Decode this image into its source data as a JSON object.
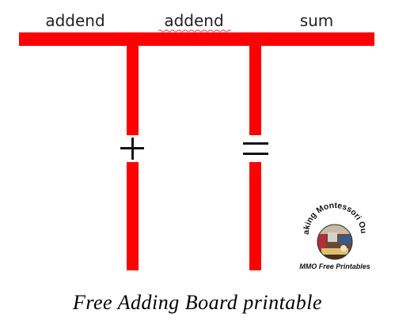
{
  "board": {
    "labels": [
      "addend",
      "addend",
      "sum"
    ],
    "bar_color": "#ff0000",
    "operators": [
      "plus-sign",
      "equals-sign"
    ]
  },
  "logo": {
    "arc_text": "Making Montessori Ours",
    "caption": "MMO Free Printables"
  },
  "caption": "Free Adding Board printable"
}
